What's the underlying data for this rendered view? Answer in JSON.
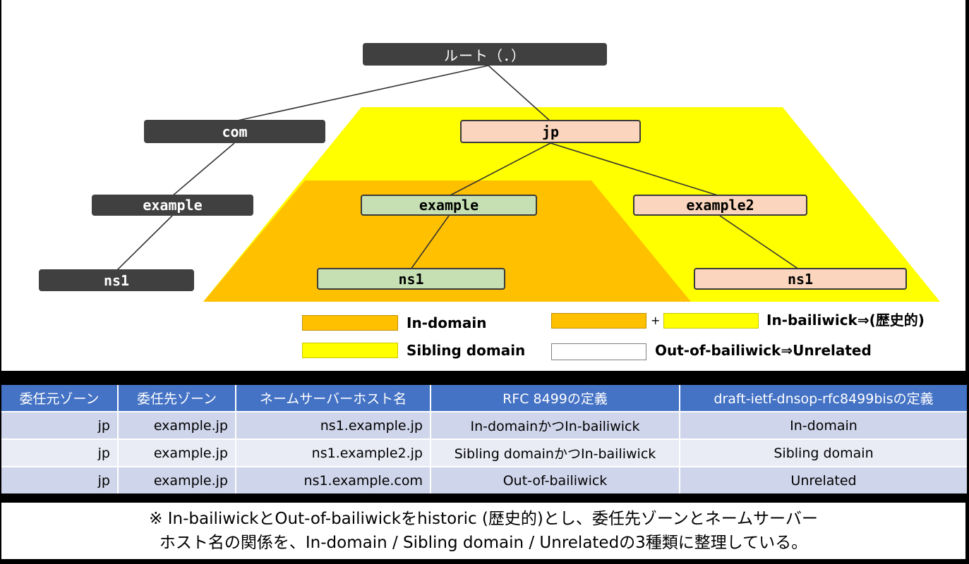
{
  "tree": {
    "root": "ルート（．）",
    "com": "com",
    "com_example": "example",
    "com_ns1": "ns1",
    "jp": "jp",
    "jp_example": "example",
    "jp_example_ns1": "ns1",
    "jp_example2": "example2",
    "jp_example2_ns1": "ns1"
  },
  "legend": {
    "in_domain": "In-domain",
    "sibling": "Sibling domain",
    "plus": "+",
    "in_bailiwick": "In-bailiwick⇒(歴史的)",
    "out_of_bailiwick": "Out-of-bailiwick⇒Unrelated"
  },
  "colors": {
    "in_domain": "#ffc000",
    "sibling": "#ffff00",
    "table_header": "#4472c4"
  },
  "table": {
    "headers": [
      "委任元ゾーン",
      "委任先ゾーン",
      "ネームサーバーホスト名",
      "RFC 8499の定義",
      "draft-ietf-dnsop-rfc8499bisの定義"
    ],
    "rows": [
      [
        "jp",
        "example.jp",
        "ns1.example.jp",
        "In-domainかつIn-bailiwick",
        "In-domain"
      ],
      [
        "jp",
        "example.jp",
        "ns1.example2.jp",
        "Sibling domainかつIn-bailiwick",
        "Sibling domain"
      ],
      [
        "jp",
        "example.jp",
        "ns1.example.com",
        "Out-of-bailiwick",
        "Unrelated"
      ]
    ]
  },
  "note": {
    "line1": "※ In-bailiwickとOut-of-bailiwickをhistoric (歴史的)とし、委任先ゾーンとネームサーバー",
    "line2": "ホスト名の関係を、In-domain / Sibling domain / Unrelatedの3種類に整理している。"
  }
}
